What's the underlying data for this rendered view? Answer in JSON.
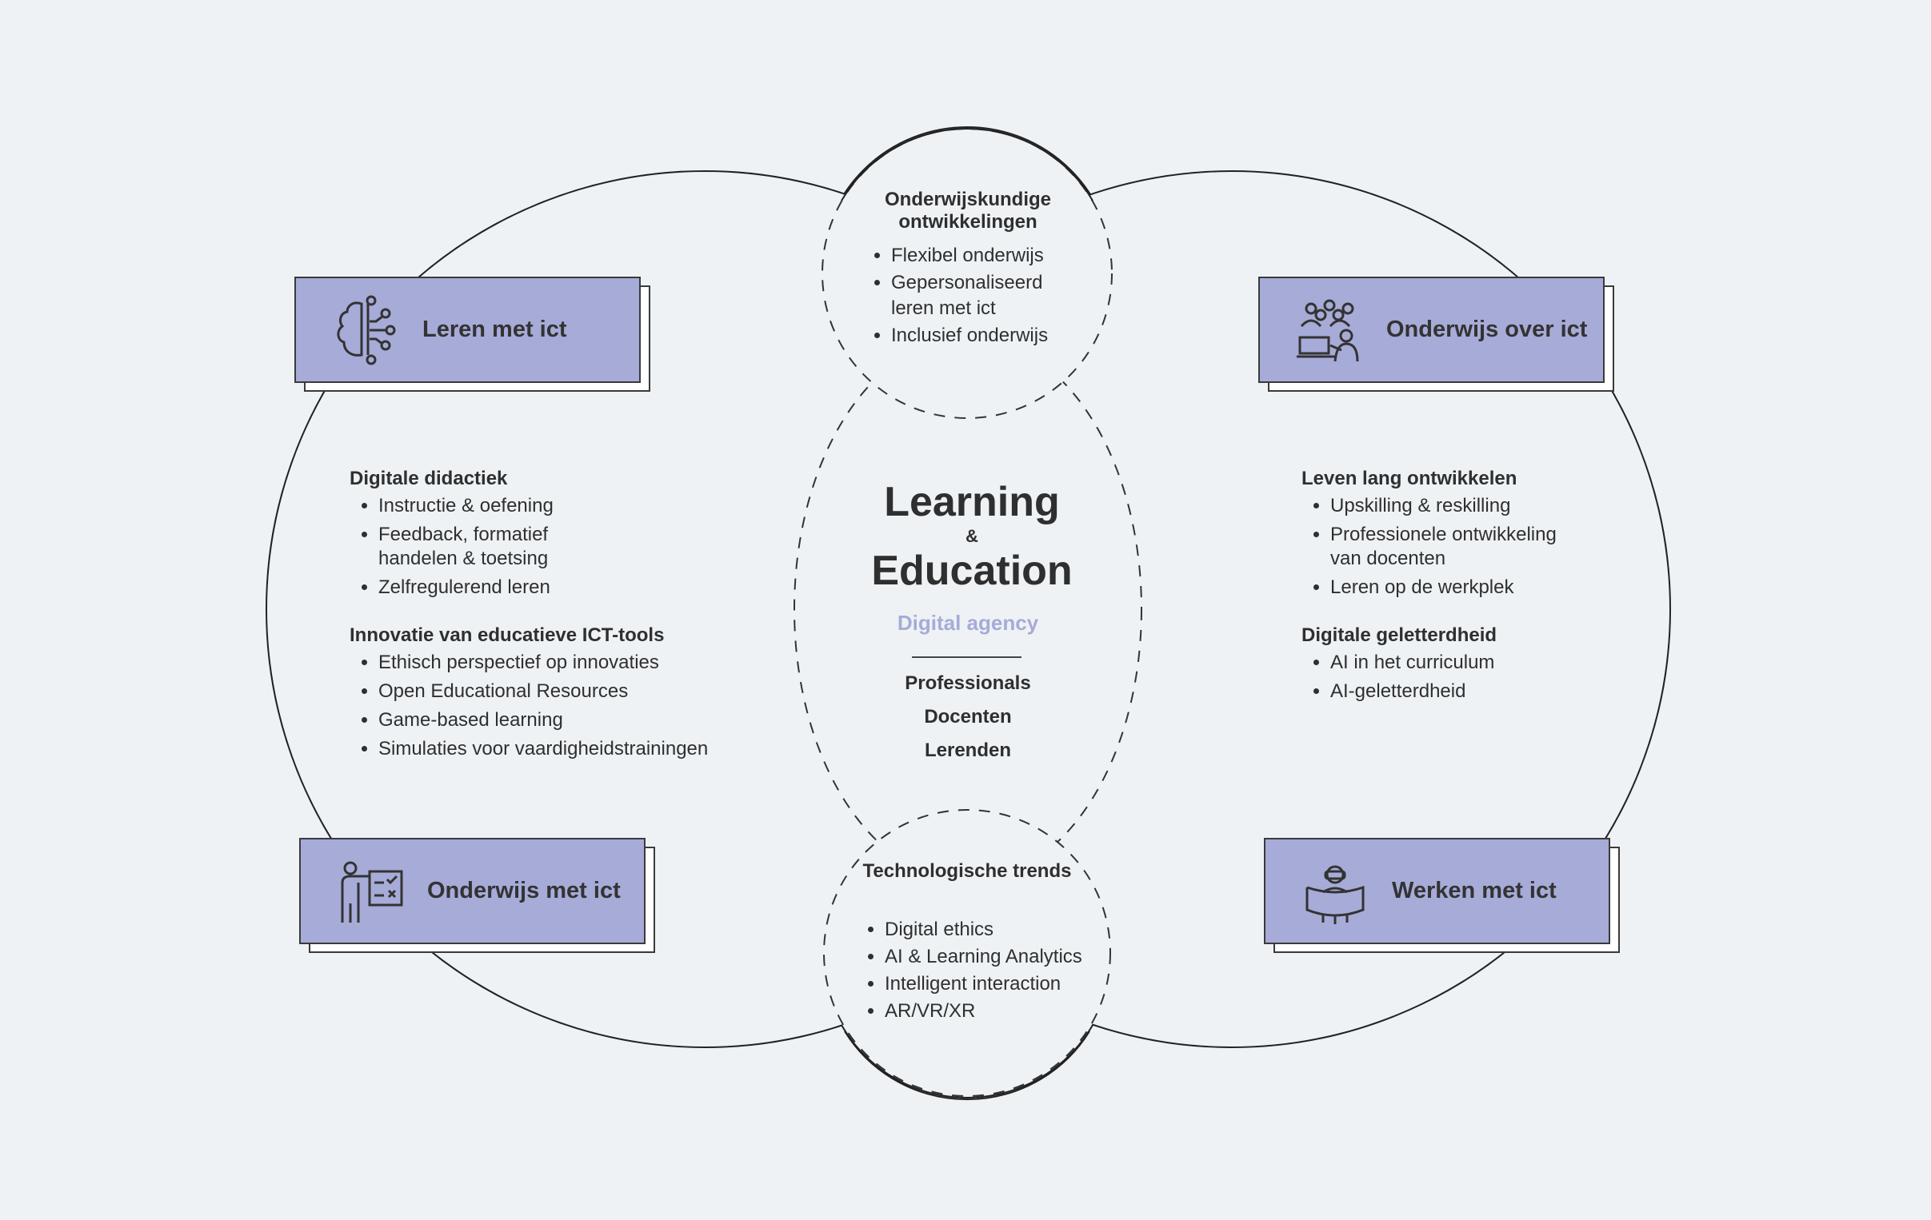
{
  "top_circle": {
    "title": "Onderwijskundige ontwikkelingen",
    "items": [
      "Flexibel onderwijs",
      "Gepersonaliseerd leren met ict",
      "Inclusief onderwijs"
    ]
  },
  "bottom_circle": {
    "title": "Technologische trends",
    "items": [
      "Digital ethics",
      "AI & Learning Analytics",
      "Intelligent interaction",
      "AR/VR/XR"
    ]
  },
  "center": {
    "title_1": "Learning",
    "ampersand": "&",
    "title_2": "Education",
    "subtitle": "Digital agency",
    "groups": [
      "Professionals",
      "Docenten",
      "Lerenden"
    ]
  },
  "boxes": {
    "leren": {
      "label": "Leren met ict",
      "icon": "brain-circuit-icon"
    },
    "onderwijs_over": {
      "label": "Onderwijs over ict",
      "icon": "classroom-icon"
    },
    "onderwijs_met": {
      "label": "Onderwijs met ict",
      "icon": "teacher-board-icon"
    },
    "werken": {
      "label": "Werken met ict",
      "icon": "vr-user-icon"
    }
  },
  "left": {
    "sections": [
      {
        "title": "Digitale didactiek",
        "items": [
          "Instructie & oefening",
          "Feedback, formatief handelen & toetsing",
          "Zelfregulerend leren"
        ]
      },
      {
        "title": "Innovatie van educatieve ICT-tools",
        "items": [
          "Ethisch perspectief op innovaties",
          "Open Educational Resources",
          "Game-based learning",
          "Simulaties voor vaardigheidstrainingen"
        ]
      }
    ]
  },
  "right": {
    "sections": [
      {
        "title": "Leven lang ontwikkelen",
        "items": [
          "Upskilling & reskilling",
          "Professionele ontwikkeling van docenten",
          "Leren op de werkplek"
        ]
      },
      {
        "title": "Digitale geletterdheid",
        "items": [
          "AI in het curriculum",
          "AI-geletterdheid"
        ]
      }
    ]
  },
  "colors": {
    "accent": "#a7abd8",
    "background": "#eef2f5",
    "text": "#2f2f2f",
    "subtitle": "#a7abd8"
  }
}
